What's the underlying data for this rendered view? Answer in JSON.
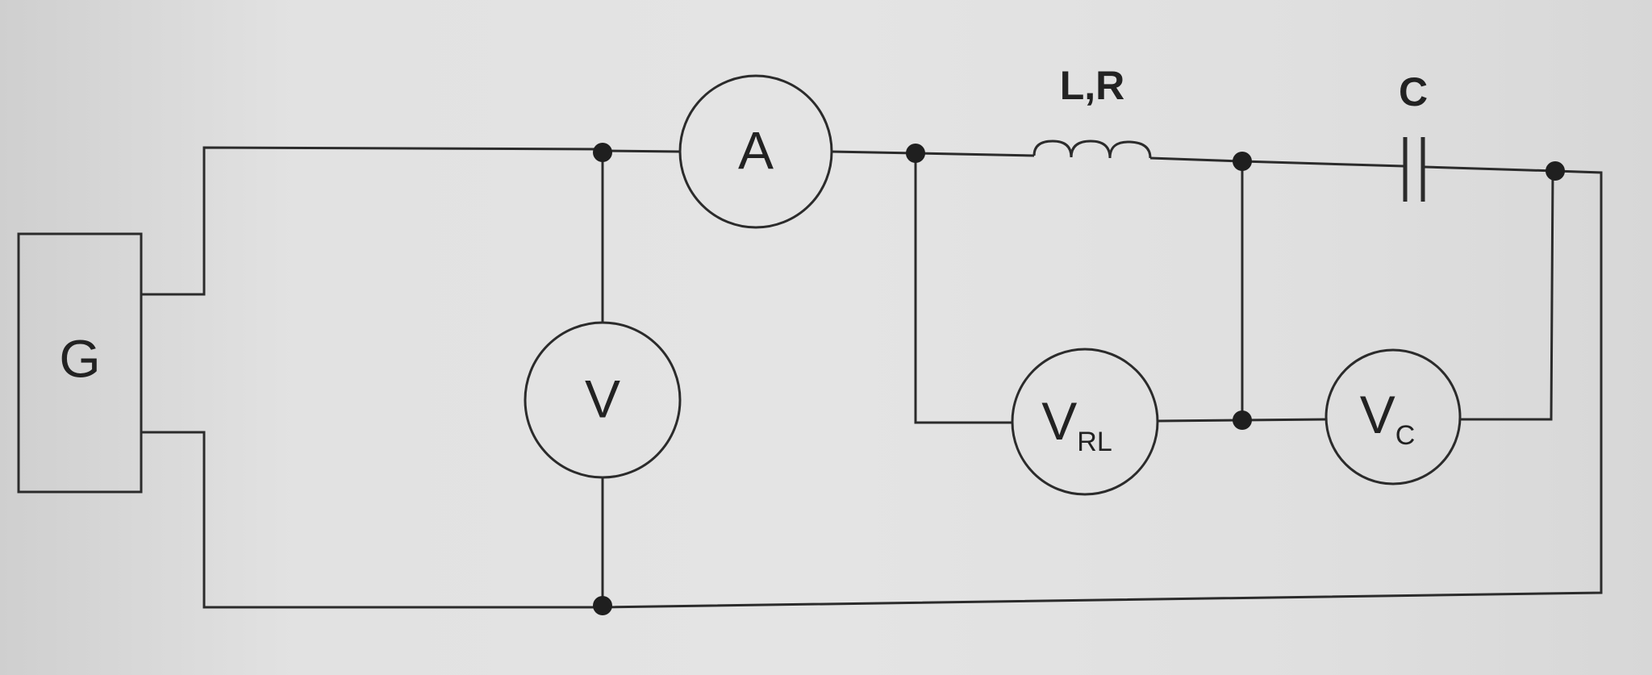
{
  "diagram": {
    "generator": {
      "label": "G"
    },
    "ammeter": {
      "label": "A"
    },
    "voltmeter_source": {
      "label": "V"
    },
    "voltmeter_rl": {
      "label": "V",
      "subscript": "RL"
    },
    "voltmeter_c": {
      "label": "V",
      "subscript": "C"
    },
    "inductor": {
      "label": "L,R"
    },
    "capacitor": {
      "label": "C"
    }
  }
}
